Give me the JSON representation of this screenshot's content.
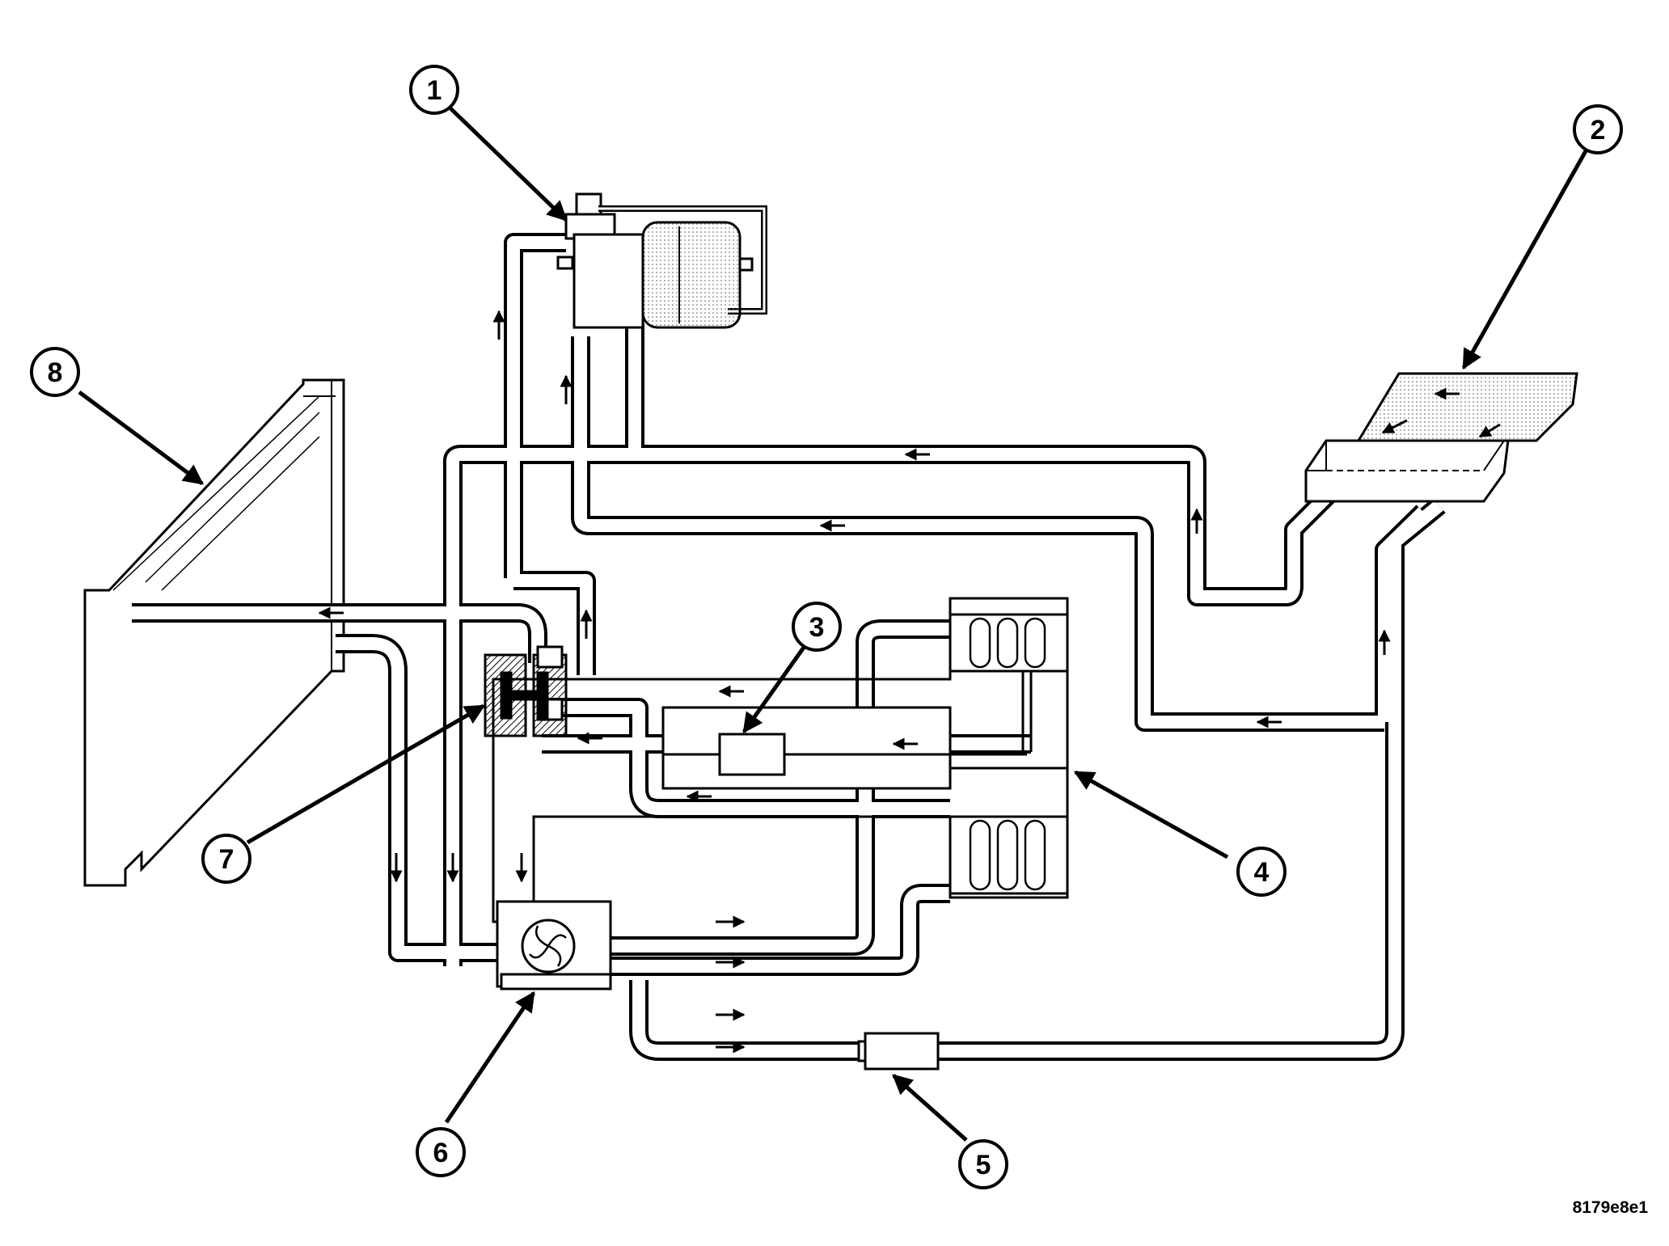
{
  "figure": {
    "reference_code": "8179e8e1",
    "callouts": [
      {
        "id": "callout-1",
        "label": "1"
      },
      {
        "id": "callout-2",
        "label": "2"
      },
      {
        "id": "callout-3",
        "label": "3"
      },
      {
        "id": "callout-4",
        "label": "4"
      },
      {
        "id": "callout-5",
        "label": "5"
      },
      {
        "id": "callout-6",
        "label": "6"
      },
      {
        "id": "callout-7",
        "label": "7"
      },
      {
        "id": "callout-8",
        "label": "8"
      }
    ],
    "colors": {
      "line": "#000000",
      "background": "#ffffff",
      "fill": "#ffffff"
    }
  }
}
